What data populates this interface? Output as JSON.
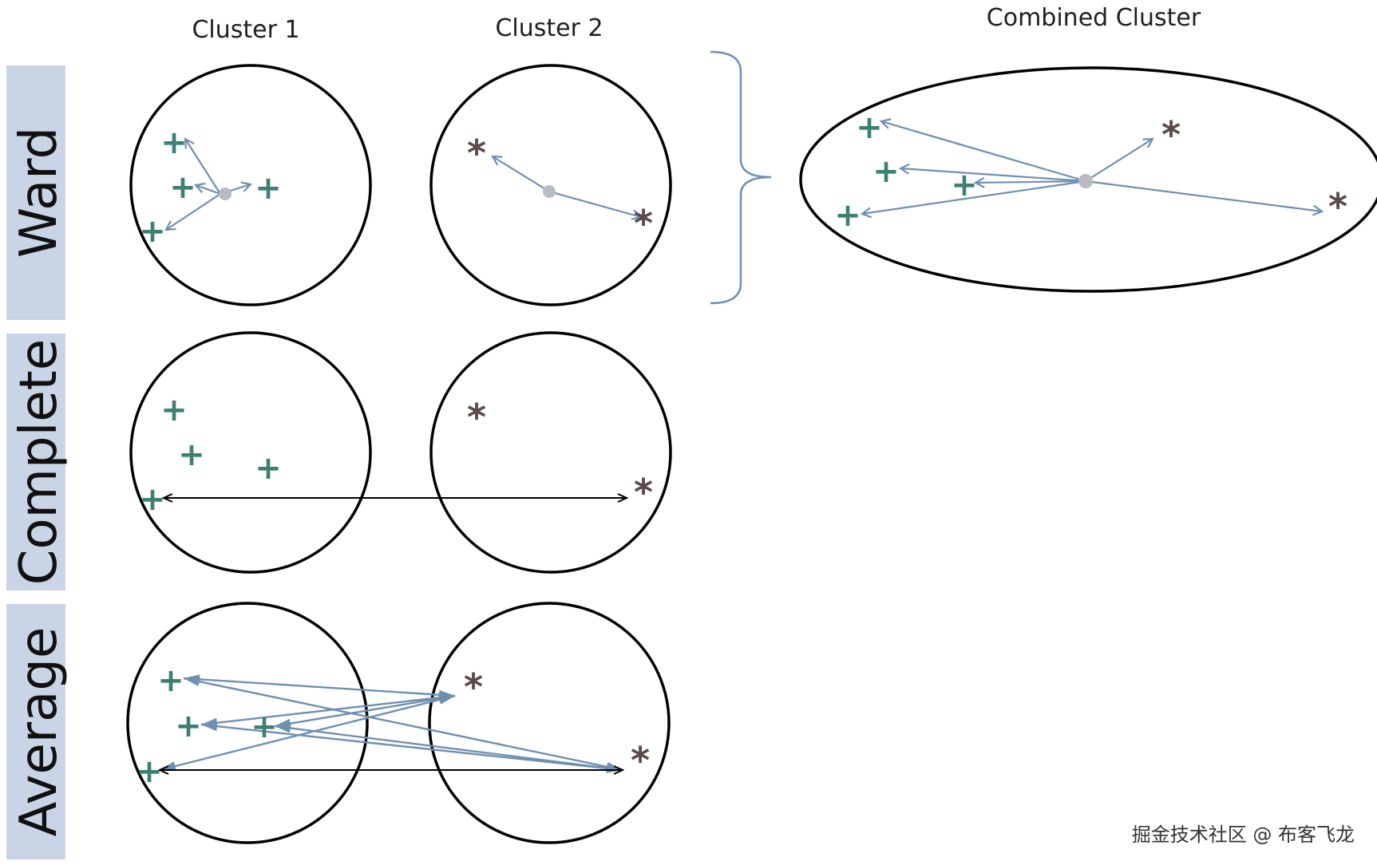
{
  "columns": {
    "cluster1": "Cluster 1",
    "cluster2": "Cluster 2",
    "combined": "Combined Cluster"
  },
  "rows": {
    "ward": "Ward",
    "complete": "Complete",
    "average": "Average"
  },
  "markers": {
    "plus": "+",
    "star": "*"
  },
  "watermark": "掘金技术社区 @ 布客飞龙",
  "colors": {
    "label_bg": "#c9d5e6",
    "arrow": "#6f8fb0",
    "plus": "#3d7f72",
    "star": "#5a4a4a",
    "centroid": "#b8bcc2",
    "outline": "#000000"
  }
}
